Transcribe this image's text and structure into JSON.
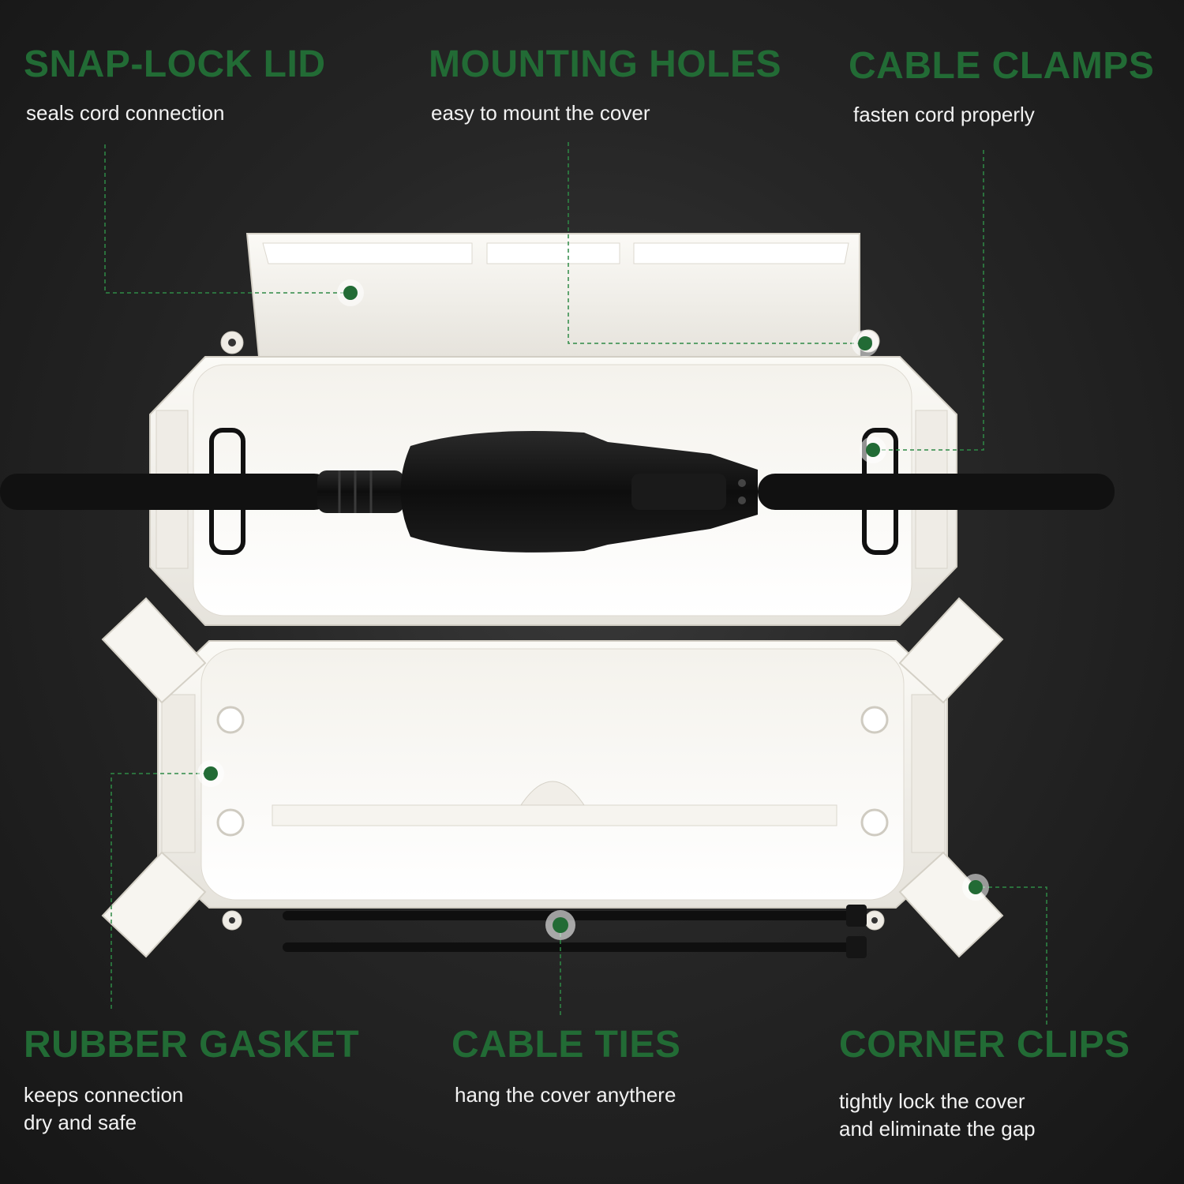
{
  "accent_color": "#226b35",
  "background_color": "#262626",
  "features": {
    "snap_lock_lid": {
      "title": "SNAP-LOCK LID",
      "description": "seals cord connection"
    },
    "mounting_holes": {
      "title": "MOUNTING HOLES",
      "description": "easy to mount the cover"
    },
    "cable_clamps": {
      "title": "CABLE CLAMPS",
      "description": "fasten cord properly"
    },
    "rubber_gasket": {
      "title": "RUBBER GASKET",
      "description_lines": [
        "keeps connection",
        "dry and safe"
      ]
    },
    "cable_ties": {
      "title": "CABLE TIES",
      "description": "hang the cover anythere"
    },
    "corner_clips": {
      "title": "CORNER CLIPS",
      "description_lines": [
        "tightly lock the cover",
        "and eliminate the gap"
      ]
    }
  },
  "icons": [
    "callout-dot-icon",
    "cable-tie-icon",
    "extension-plug-icon"
  ]
}
